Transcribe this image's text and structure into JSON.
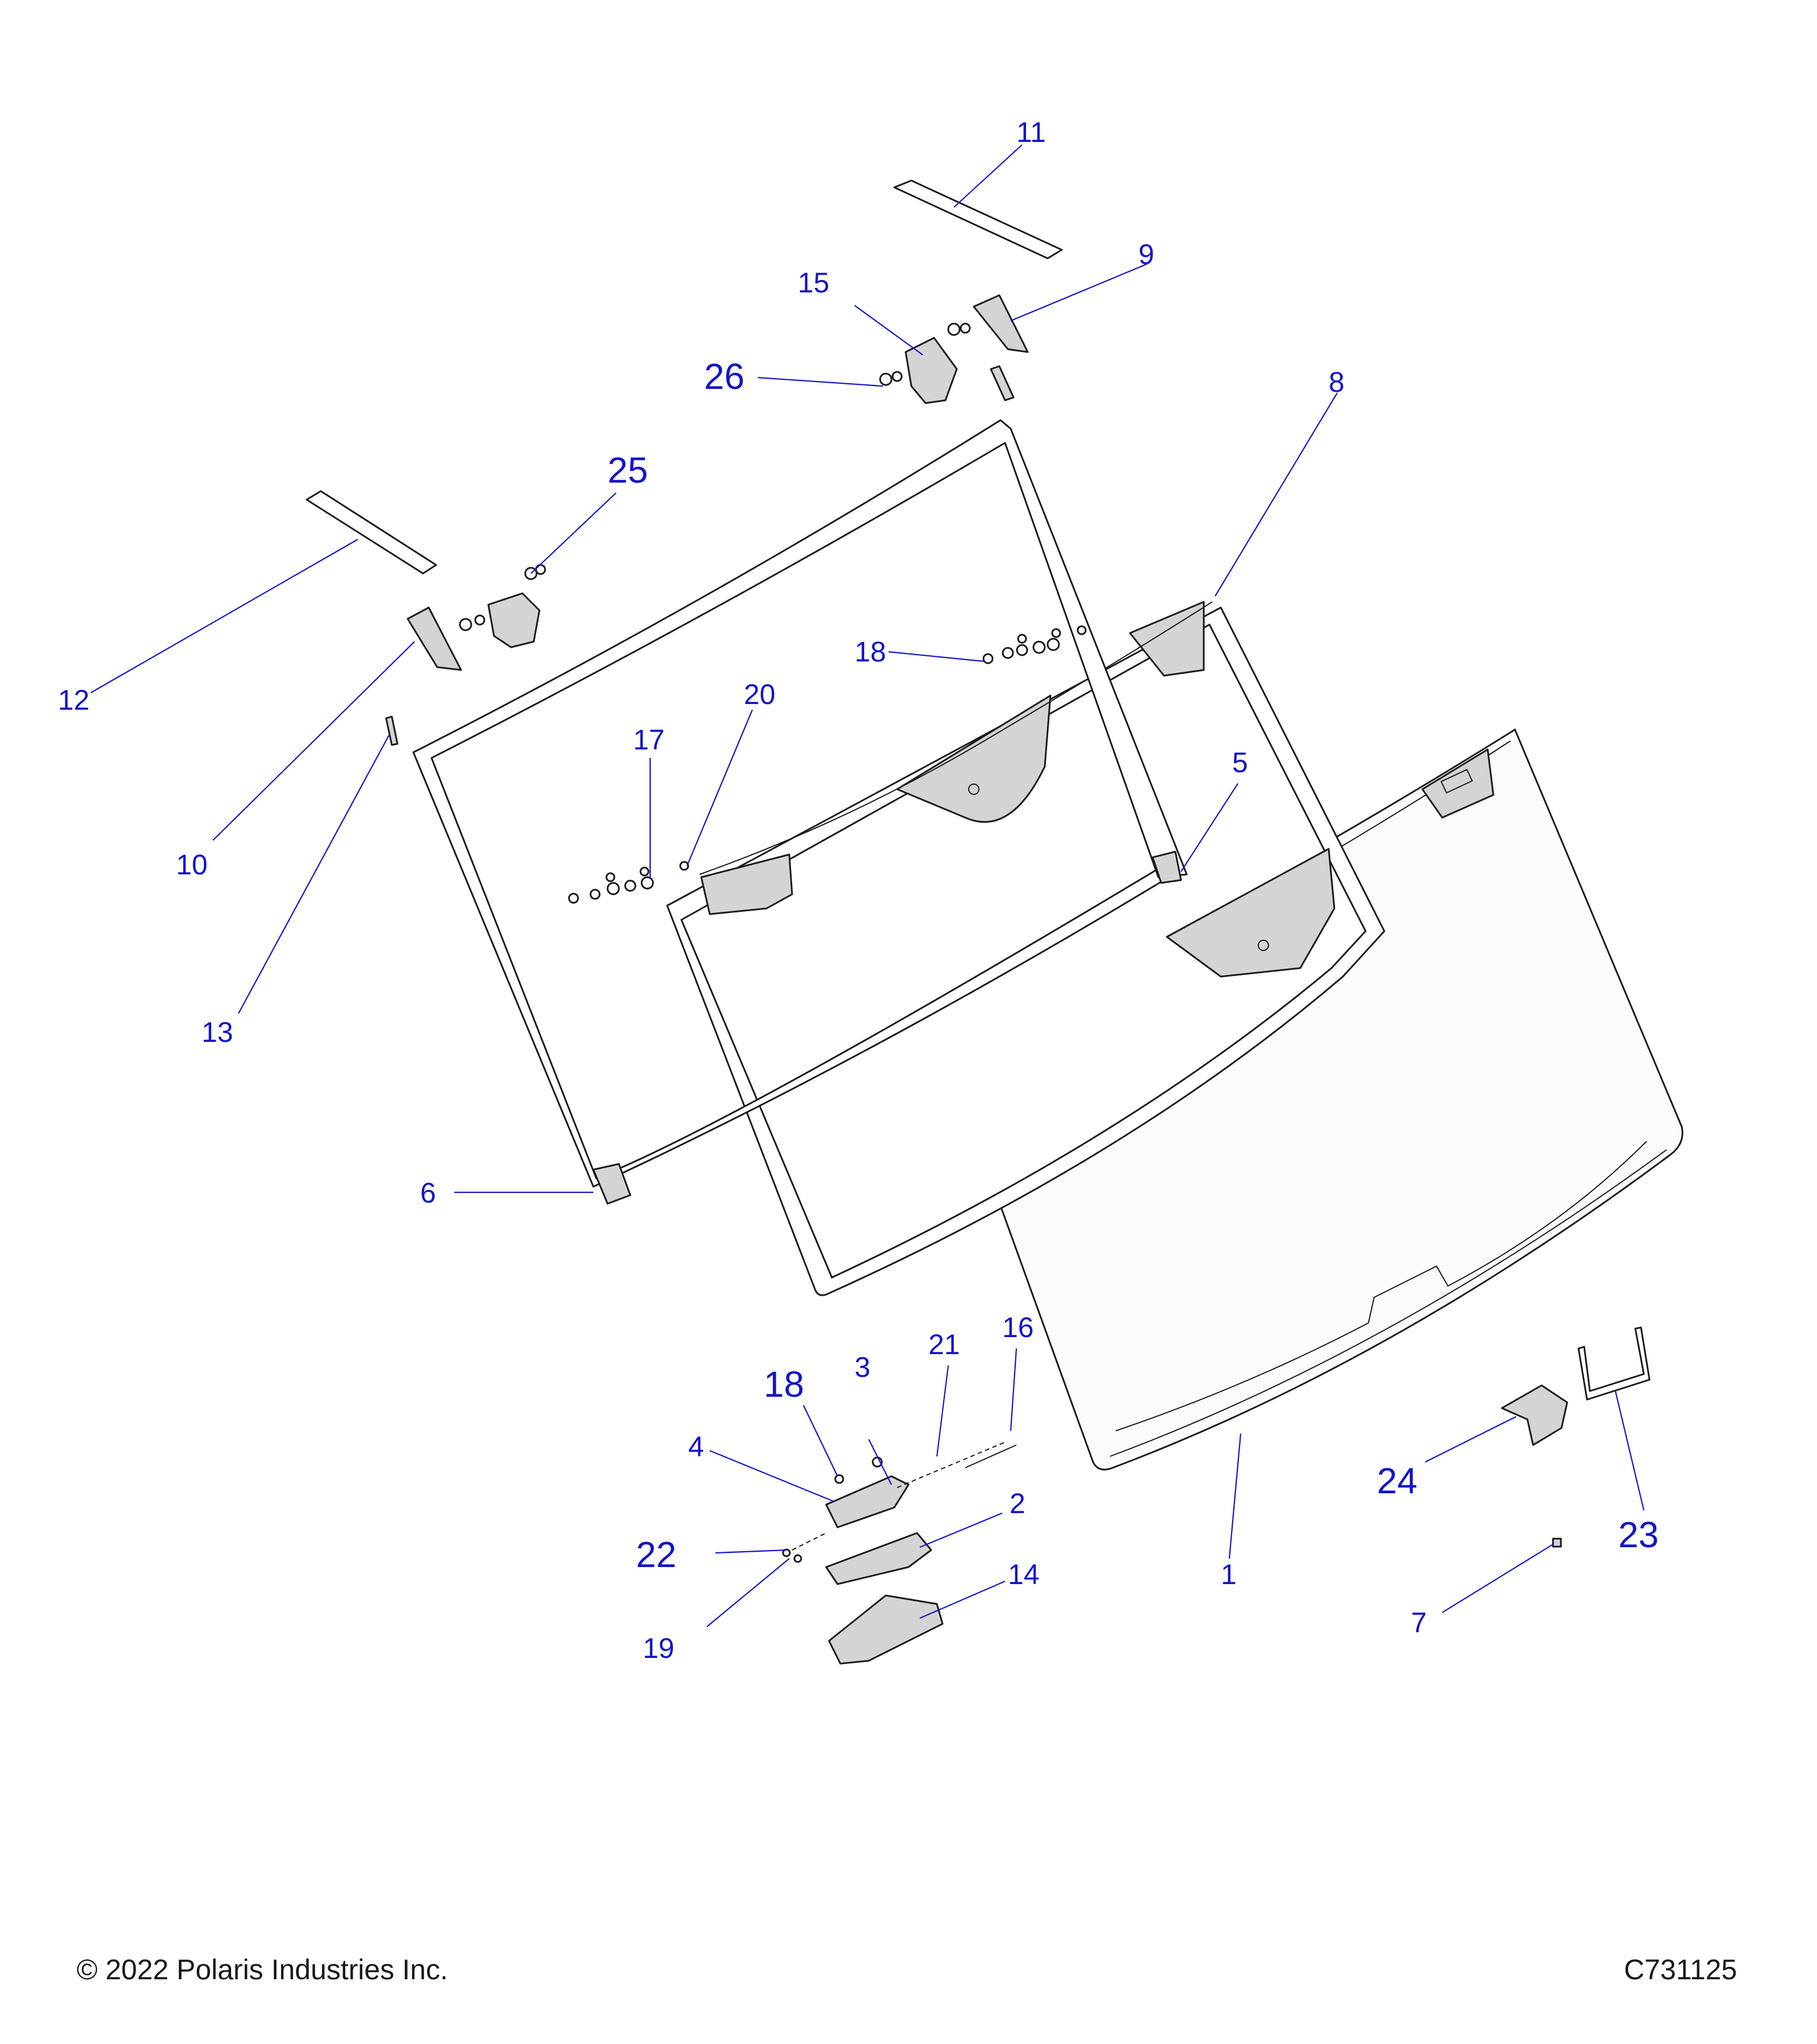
{
  "diagram": {
    "callouts": [
      {
        "id": "c1",
        "label": "1"
      },
      {
        "id": "c2",
        "label": "2"
      },
      {
        "id": "c3",
        "label": "3"
      },
      {
        "id": "c4",
        "label": "4"
      },
      {
        "id": "c5",
        "label": "5"
      },
      {
        "id": "c6",
        "label": "6"
      },
      {
        "id": "c7",
        "label": "7"
      },
      {
        "id": "c8",
        "label": "8"
      },
      {
        "id": "c9",
        "label": "9"
      },
      {
        "id": "c10",
        "label": "10"
      },
      {
        "id": "c11",
        "label": "11"
      },
      {
        "id": "c12",
        "label": "12"
      },
      {
        "id": "c13",
        "label": "13"
      },
      {
        "id": "c14",
        "label": "14"
      },
      {
        "id": "c15",
        "label": "15"
      },
      {
        "id": "c16",
        "label": "16"
      },
      {
        "id": "c17",
        "label": "17"
      },
      {
        "id": "c18a",
        "label": "18"
      },
      {
        "id": "c18b",
        "label": "18"
      },
      {
        "id": "c19",
        "label": "19"
      },
      {
        "id": "c20",
        "label": "20"
      },
      {
        "id": "c21",
        "label": "21"
      },
      {
        "id": "c22",
        "label": "22"
      },
      {
        "id": "c23",
        "label": "23"
      },
      {
        "id": "c24",
        "label": "24"
      },
      {
        "id": "c25",
        "label": "25"
      },
      {
        "id": "c26",
        "label": "26"
      }
    ]
  },
  "footer": {
    "copyright": "© 2022 Polaris Industries Inc.",
    "figure_code": "C731125"
  }
}
